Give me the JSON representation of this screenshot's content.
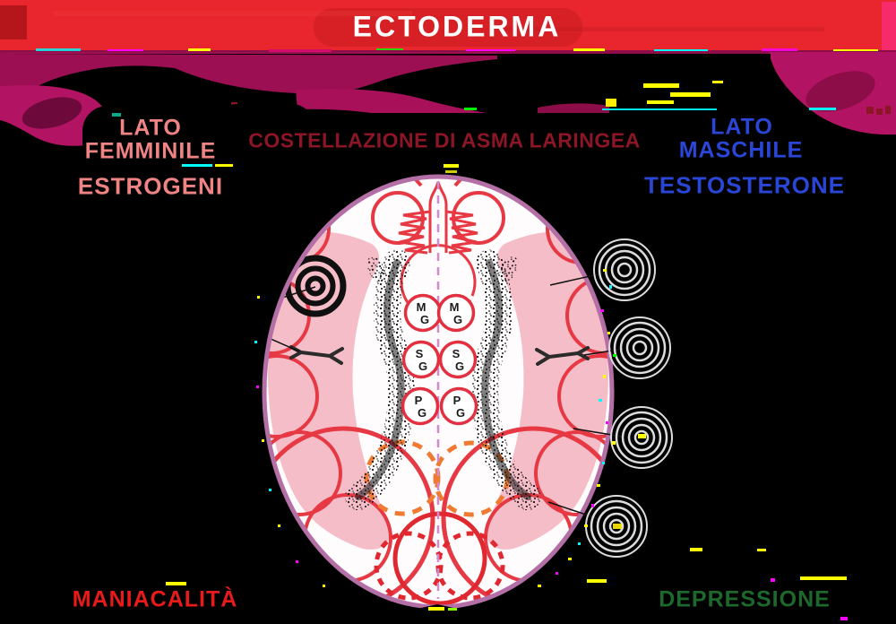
{
  "banner": {
    "title": "ECTODERMA"
  },
  "sides": {
    "left": {
      "label_line1": "LATO",
      "label_line2": "FEMMINILE",
      "hormone": "ESTROGENI"
    },
    "right": {
      "label_line1": "LATO",
      "label_line2": "MASCHILE",
      "hormone": "TESTOSTERONE"
    }
  },
  "constellation": {
    "title": "COSTELLAZIONE DI ASMA LARINGEA"
  },
  "moods": {
    "left": "MANIACALITÀ",
    "right": "DEPRESSIONE"
  },
  "brain": {
    "relays": {
      "rows": [
        {
          "top": "M",
          "bottom": "G"
        },
        {
          "top": "S",
          "bottom": "G"
        },
        {
          "top": "P",
          "bottom": "G"
        }
      ]
    }
  },
  "icons": {
    "bullseye": "concentric-circles-target",
    "fork_marker": "y-fork-marker"
  },
  "colors": {
    "background": "#000000",
    "banner_red": "#e9262d",
    "female_pink": "#f08484",
    "male_blue": "#2a46d6",
    "constellation_maroon": "#8c1526",
    "mania_red": "#e81a1a",
    "depression_green": "#1d682c",
    "skull_purple": "#b46fa6",
    "lobe_red": "#e63944",
    "cortex_pink": "#f5bdc7",
    "focus_orange": "#ef7b33",
    "glitch_magenta": "#b31363"
  }
}
